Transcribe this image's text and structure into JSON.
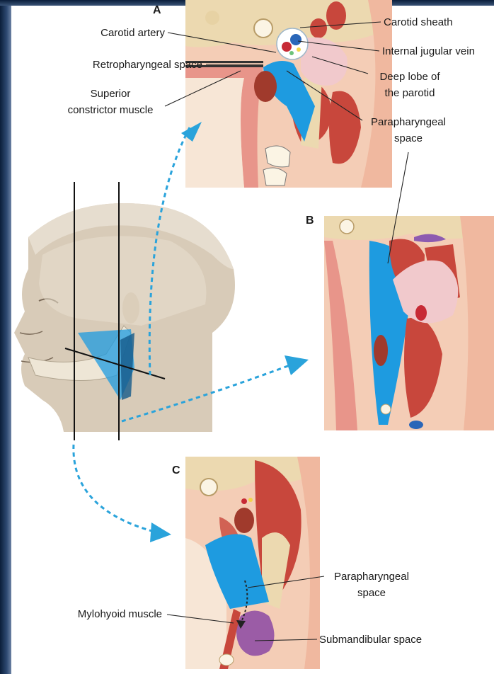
{
  "panels": {
    "a": "A",
    "b": "B",
    "c": "C"
  },
  "labels": {
    "carotid_artery": "Carotid artery",
    "retropharyngeal_space": "Retropharyngeal space",
    "superior_constrictor_1": "Superior",
    "superior_constrictor_2": "constrictor muscle",
    "carotid_sheath": "Carotid sheath",
    "internal_jugular_vein": "Internal jugular vein",
    "deep_lobe_1": "Deep lobe of",
    "deep_lobe_2": "the parotid",
    "parapharyngeal_a_1": "Parapharyngeal",
    "parapharyngeal_a_2": "space",
    "parapharyngeal_c_1": "Parapharyngeal",
    "parapharyngeal_c_2": "space",
    "mylohyoid_muscle": "Mylohyoid muscle",
    "submandibular_space": "Submandibular space"
  },
  "colors": {
    "parapharyngeal": "#1e9be0",
    "muscle": "#c8473c",
    "muscle_light": "#e8958a",
    "bone": "#ecd9b0",
    "soft_tissue": "#f4cdb6",
    "parotid": "#f1c9cc",
    "submandibular": "#9b5ca6",
    "artery": "#c72a35",
    "skin": "#d6c7b3",
    "arrow": "#2aa3db"
  }
}
